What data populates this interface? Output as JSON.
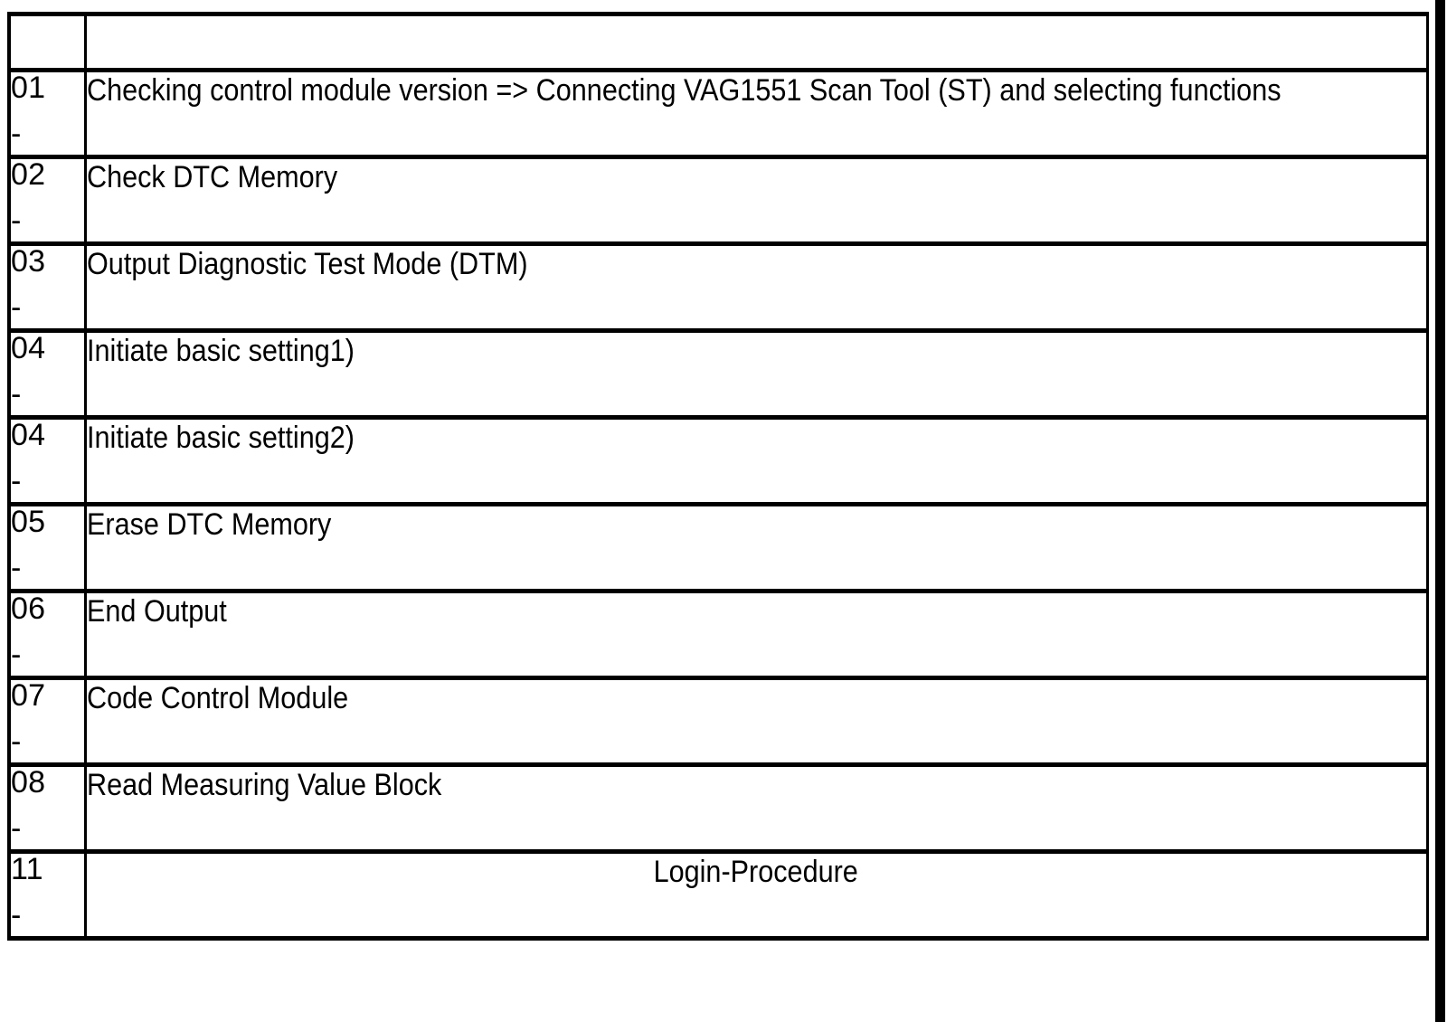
{
  "page": {
    "background_color": "#ffffff",
    "foreground_color": "#000000",
    "edge_bar_color": "#000000"
  },
  "table": {
    "columns": [
      {
        "key": "number",
        "header": ""
      },
      {
        "key": "function",
        "header": ""
      }
    ],
    "header_row": {
      "number": "",
      "function": ""
    },
    "rows": [
      {
        "number": "01",
        "dash": "-",
        "function": "Checking control module version => Connecting VAG1551 Scan Tool (ST) and selecting functions",
        "align": "left"
      },
      {
        "number": "02",
        "dash": "-",
        "function": "Check DTC Memory",
        "align": "left"
      },
      {
        "number": "03",
        "dash": "-",
        "function": "Output Diagnostic Test Mode (DTM)",
        "align": "left"
      },
      {
        "number": "04",
        "dash": "-",
        "function": "Initiate basic setting1)",
        "align": "left"
      },
      {
        "number": "04",
        "dash": "-",
        "function": "Initiate basic setting2)",
        "align": "left"
      },
      {
        "number": "05",
        "dash": "-",
        "function": "Erase DTC Memory",
        "align": "left"
      },
      {
        "number": "06",
        "dash": "-",
        "function": "End Output",
        "align": "left"
      },
      {
        "number": "07",
        "dash": "-",
        "function": "Code Control Module",
        "align": "left"
      },
      {
        "number": "08",
        "dash": "-",
        "function": "Read Measuring Value Block",
        "align": "left"
      },
      {
        "number": "11",
        "dash": "-",
        "function": "Login-Procedure",
        "align": "center"
      }
    ]
  }
}
